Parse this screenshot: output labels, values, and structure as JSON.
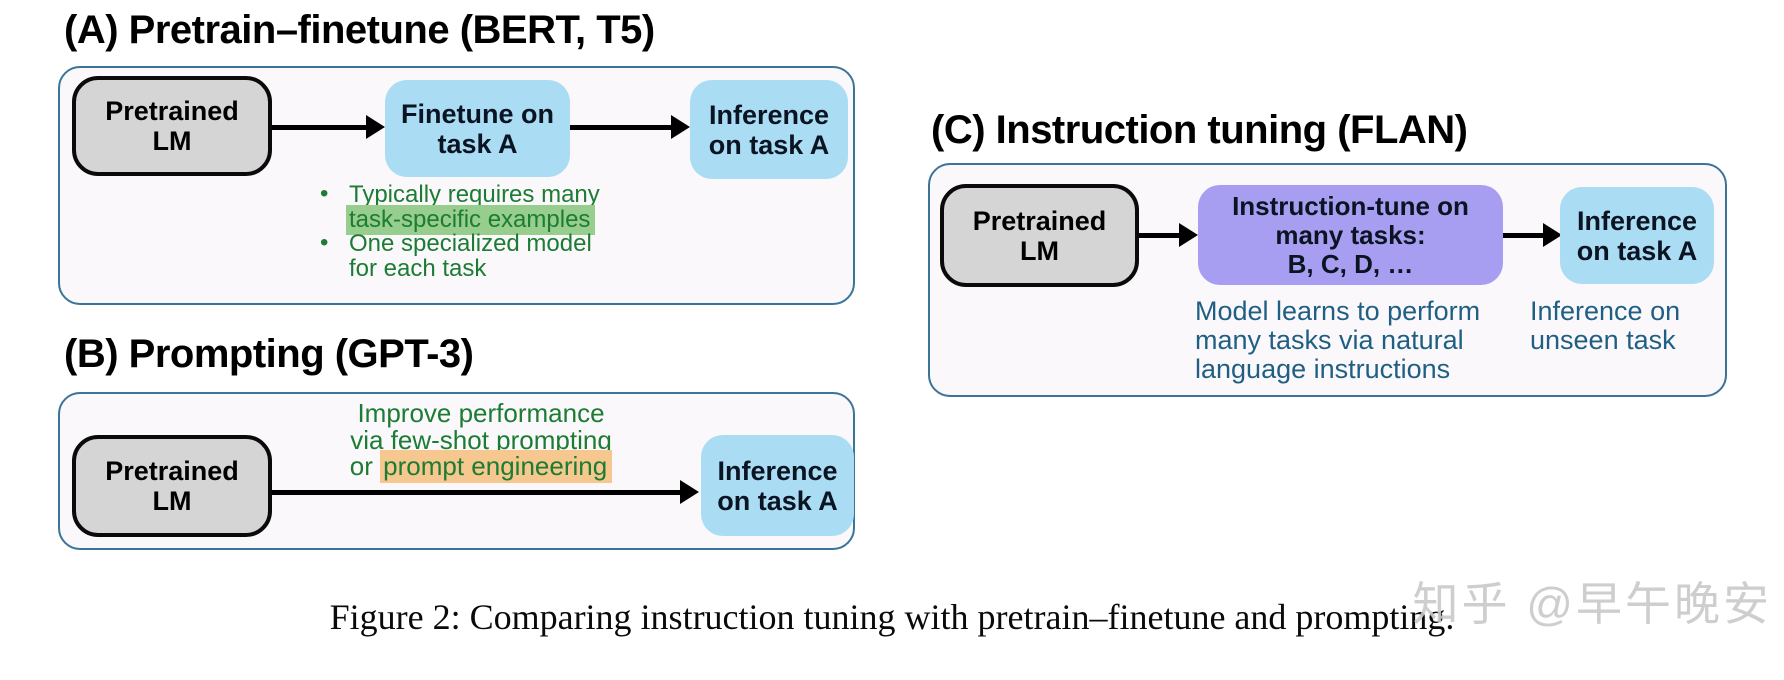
{
  "colors": {
    "panel_border": "#3b7497",
    "panel_bg": "#fbf8fb",
    "blue_box": "#aadcf4",
    "purple_box": "#a89ef1",
    "gray_box": "#d5d5d5",
    "green_text": "#1c7c33",
    "green_highlight": "#97cd8d",
    "orange_highlight": "#f6c78e",
    "darkblue_text": "#1f5f84"
  },
  "panel_a": {
    "title": "(A) Pretrain–finetune (BERT, T5)",
    "pretrained_lm": [
      "Pretrained",
      "LM"
    ],
    "finetune_box": [
      "Finetune on",
      "task A"
    ],
    "inference_box": [
      "Inference",
      "on task A"
    ],
    "bullet_icon": "•",
    "bullets": [
      {
        "line1": "Typically requires many",
        "line2_highlight": "task-specific examples"
      },
      {
        "line1": "One specialized model",
        "line2": "for each task"
      }
    ]
  },
  "panel_b": {
    "title": "(B) Prompting (GPT-3)",
    "pretrained_lm": [
      "Pretrained",
      "LM"
    ],
    "inference_box": [
      "Inference",
      "on task A"
    ],
    "note": {
      "line1": "Improve performance",
      "line2": "via few-shot prompting",
      "line3_prefix": "or ",
      "line3_highlight": "prompt engineering"
    }
  },
  "panel_c": {
    "title": "(C) Instruction tuning (FLAN)",
    "pretrained_lm": [
      "Pretrained",
      "LM"
    ],
    "instruction_box": [
      "Instruction-tune on",
      "many tasks:",
      "B, C, D, …"
    ],
    "inference_box": [
      "Inference",
      "on task A"
    ],
    "note_model": [
      "Model learns to perform",
      "many tasks via natural",
      "language instructions"
    ],
    "note_inference": [
      "Inference on",
      "unseen task"
    ]
  },
  "caption": "Figure 2: Comparing instruction tuning with pretrain–finetune and prompting.",
  "watermark": "知乎 @早午晚安"
}
